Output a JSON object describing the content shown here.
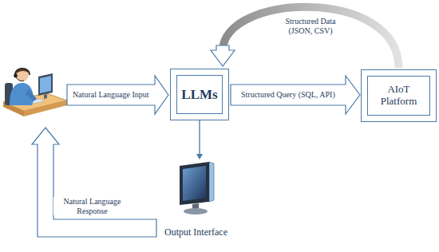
{
  "diagram": {
    "nodes": [
      {
        "text": [
          "LLMs"
        ]
      },
      {
        "text": [
          "AIoT Platform"
        ]
      },
      {
        "text": [
          "Output Interface"
        ]
      }
    ],
    "edges": [
      {
        "from": 0,
        "to": 1,
        "label": "Structured Query (SQL, API)",
        "arrow": "to"
      },
      {
        "from": 1,
        "to": 0,
        "label": "Structured Data (JSON, CSV)",
        "arrow": "to"
      },
      {
        "from": 0,
        "to": 2,
        "arrow": "to"
      }
    ],
    "labels": [
      "Natural Language Input",
      "Natural Language Response"
    ]
  }
}
